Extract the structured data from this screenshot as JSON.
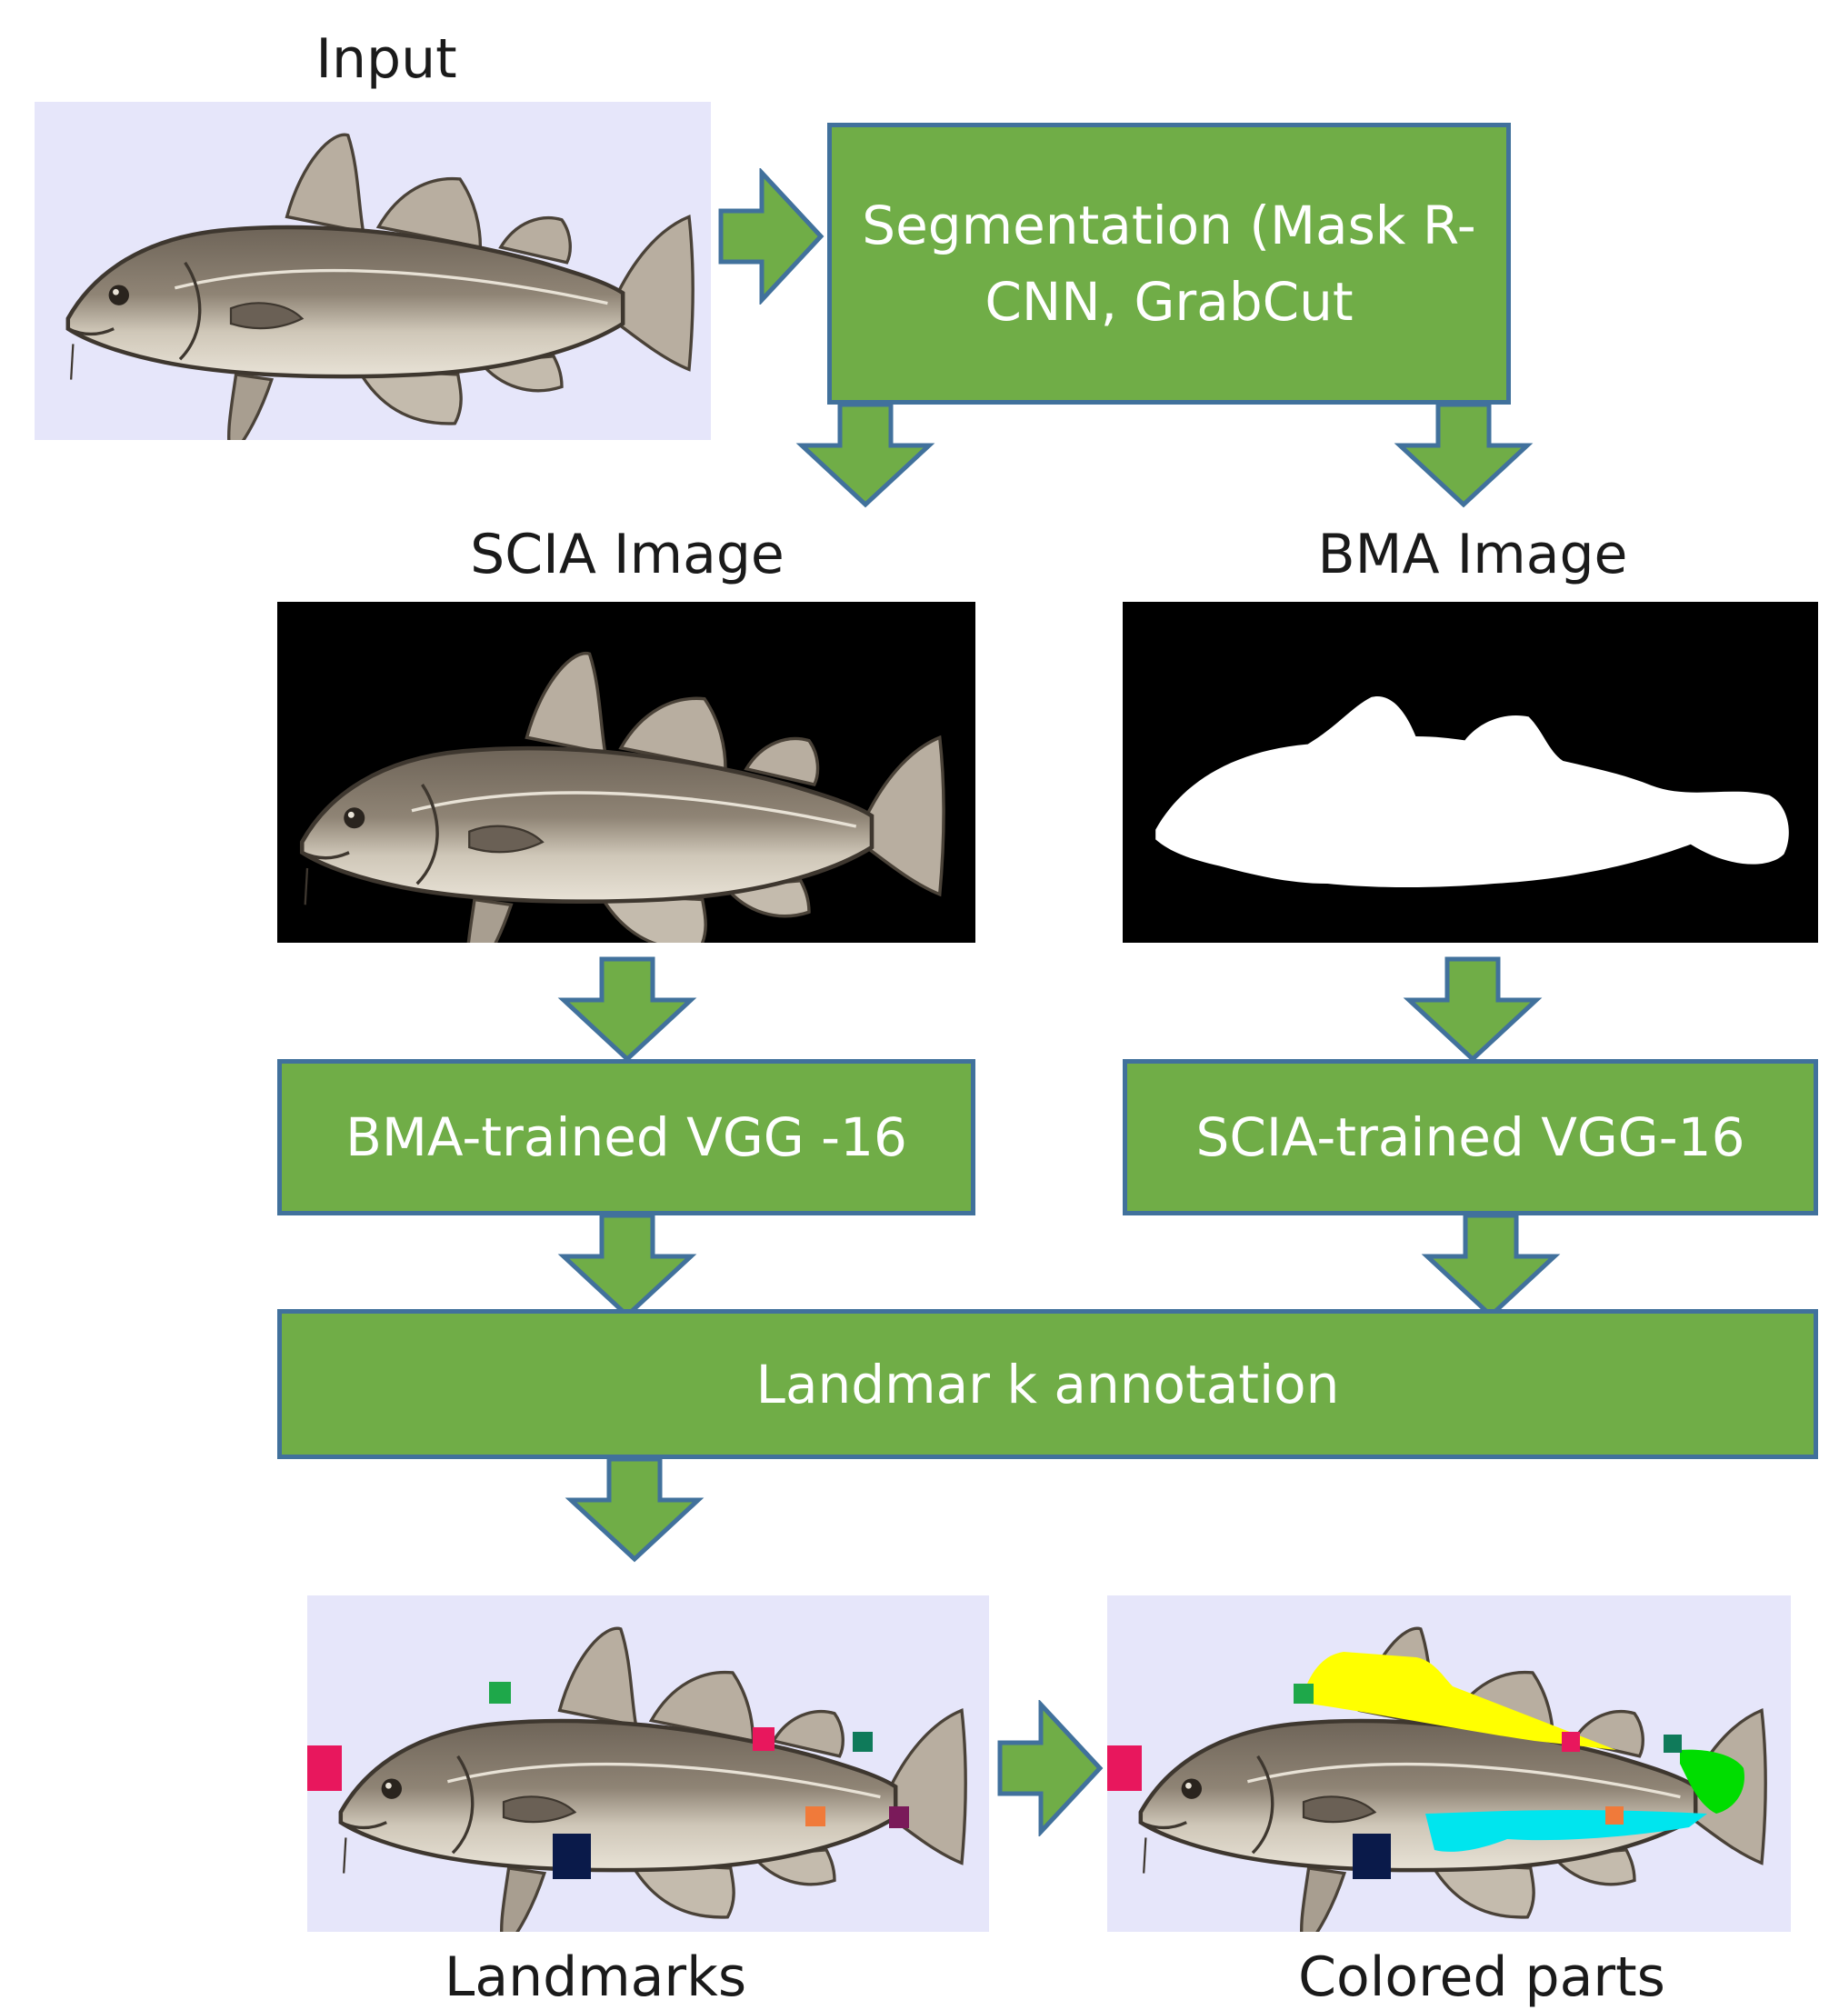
{
  "colors": {
    "box_fill": "#70ad47",
    "box_border": "#41719c",
    "arrow_fill": "#70ad47",
    "arrow_border": "#41719c",
    "panel_bg": "#e6e6fa",
    "mask_bg": "#000000",
    "landmark_pink": "#e8175d",
    "landmark_green": "#1ea84a",
    "landmark_teal": "#0f7a5a",
    "landmark_orange": "#f07a3a",
    "landmark_purple": "#7a1a5a",
    "landmark_navy": "#0a1a4a",
    "part_yellow": "#ffff00",
    "part_cyan": "#00e5ee",
    "part_green": "#00dd00"
  },
  "labels": {
    "input": "Input",
    "scia_image": "SCIA Image",
    "bma_image": "BMA Image",
    "landmarks": "Landmarks",
    "colored_parts": "Colored parts"
  },
  "boxes": {
    "segmentation_line1": "Segmentation (Mask R-",
    "segmentation_line2": "CNN, GrabCut",
    "bma_trained": "BMA-trained VGG -16",
    "scia_trained": "SCIA-trained VGG-16",
    "landmark_annotation": "Landmar k annotation"
  }
}
